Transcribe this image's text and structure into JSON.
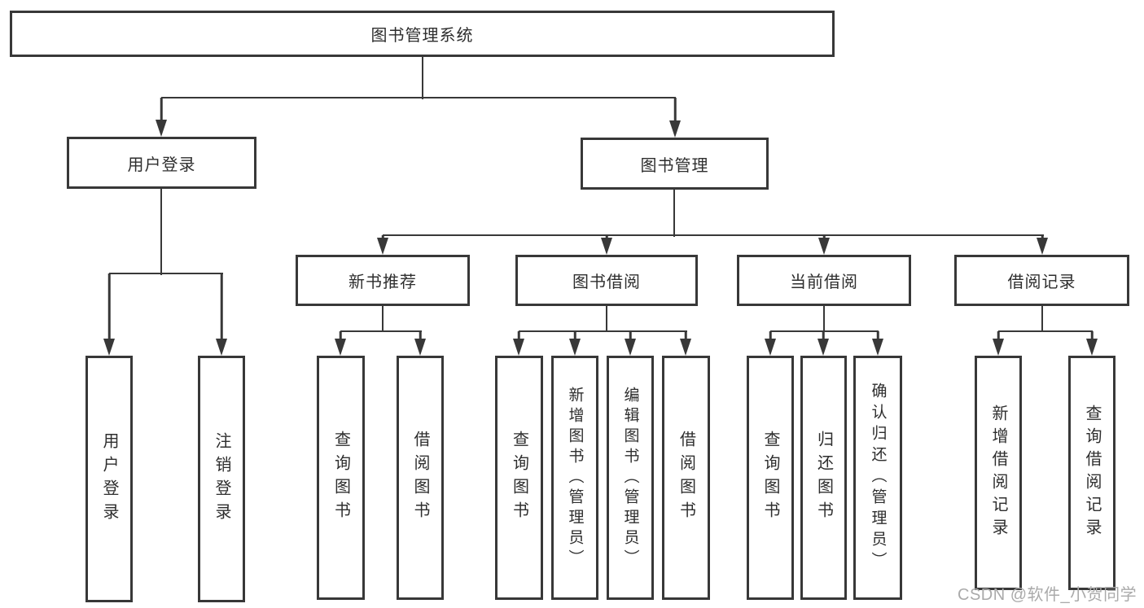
{
  "diagram": {
    "title": "图书管理系统",
    "type": "hierarchy-tree",
    "nodes": {
      "root": {
        "label": "图书管理系统"
      },
      "user_login": {
        "label": "用户登录"
      },
      "book_mgmt": {
        "label": "图书管理"
      },
      "new_book_rec": {
        "label": "新书推荐"
      },
      "book_borrow": {
        "label": "图书借阅"
      },
      "current_borrow": {
        "label": "当前借阅"
      },
      "borrow_records": {
        "label": "借阅记录"
      },
      "u_login": {
        "label": "用户登录"
      },
      "u_logout": {
        "label": "注销登录"
      },
      "nb_query": {
        "label": "查询图书"
      },
      "nb_borrow": {
        "label": "借阅图书"
      },
      "bb_query": {
        "label": "查询图书"
      },
      "bb_add": {
        "label": "新增图书（管理员）"
      },
      "bb_edit": {
        "label": "编辑图书（管理员）"
      },
      "bb_borrow": {
        "label": "借阅图书"
      },
      "cb_query": {
        "label": "查询图书"
      },
      "cb_return": {
        "label": "归还图书"
      },
      "cb_confirm": {
        "label": "确认归还（管理员）"
      },
      "br_add": {
        "label": "新增借阅记录"
      },
      "br_query": {
        "label": "查询借阅记录"
      }
    },
    "structure": {
      "root": [
        "user_login",
        "book_mgmt"
      ],
      "user_login": [
        "u_login",
        "u_logout"
      ],
      "book_mgmt": [
        "new_book_rec",
        "book_borrow",
        "current_borrow",
        "borrow_records"
      ],
      "new_book_rec": [
        "nb_query",
        "nb_borrow"
      ],
      "book_borrow": [
        "bb_query",
        "bb_add",
        "bb_edit",
        "bb_borrow"
      ],
      "current_borrow": [
        "cb_query",
        "cb_return",
        "cb_confirm"
      ],
      "borrow_records": [
        "br_add",
        "br_query"
      ]
    }
  },
  "watermark": {
    "text": "CSDN @软件_小贺同学"
  },
  "colors": {
    "line": "#383838",
    "text": "#2e2e2e",
    "watermark": "#aaaaaa",
    "background": "#ffffff"
  }
}
